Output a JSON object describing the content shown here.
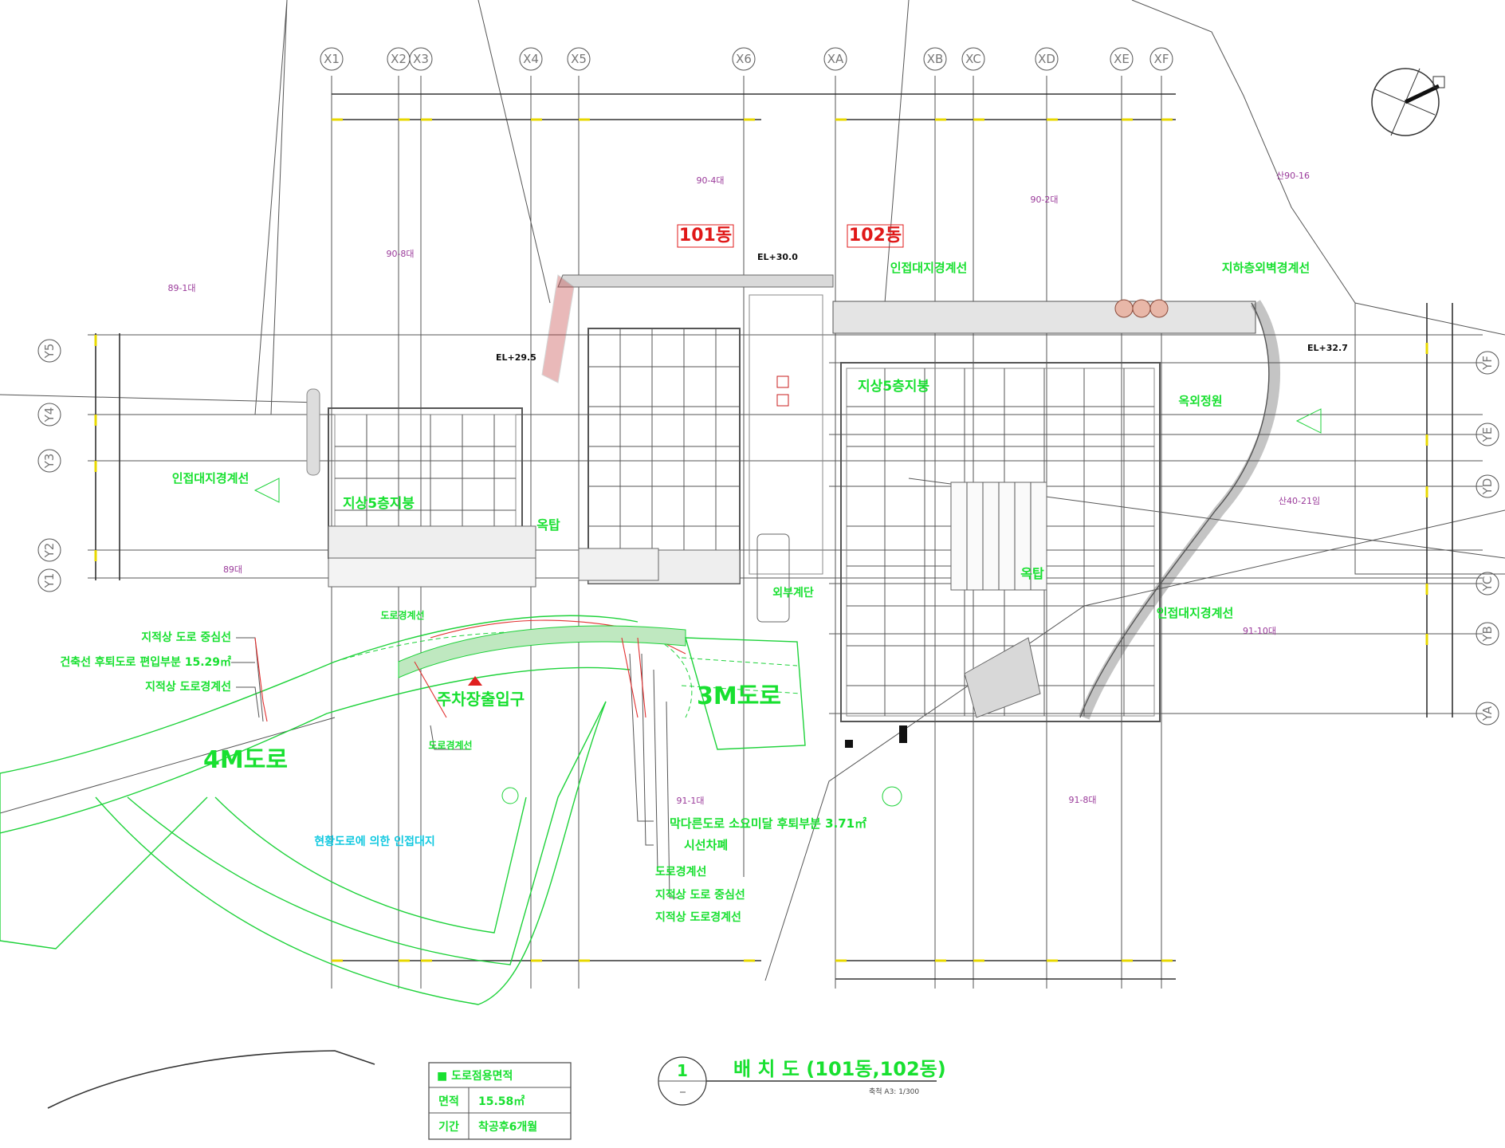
{
  "title": {
    "number": "1",
    "text": "배 치 도 (101동,102동)",
    "scale": "축척 A3: 1/300"
  },
  "grid_labels": {
    "top": [
      "X1",
      "X2",
      "X3",
      "X4",
      "X5",
      "X6",
      "XA",
      "XB",
      "XC",
      "XD",
      "XE",
      "XF"
    ],
    "left": [
      "Y5",
      "Y4",
      "Y3",
      "Y2",
      "Y1"
    ],
    "right": [
      "YF",
      "YE",
      "YD",
      "YC",
      "YB",
      "YA"
    ]
  },
  "buildings": {
    "b101": "101동",
    "b102": "102동"
  },
  "elevations": {
    "el_30": "EL+30.0",
    "el_29": "EL+29.5",
    "el_32": "EL+32.7"
  },
  "roads": {
    "road_4m": "4M도로",
    "road_3m": "3M도로",
    "parking_entrance": "주차장출입구"
  },
  "labels": {
    "site_boundary_right": "인접대지경계선",
    "site_boundary_left": "인접대지경계선",
    "site_boundary_lower": "인접대지경계선",
    "retaining_wall": "지하층외벽경계선",
    "outdoor_garden": "옥외정원",
    "deck": "옥탑",
    "deck2": "옥탑",
    "floor_label_102": "지상5층지붕",
    "floor_label_101": "지상5층지붕",
    "walkway": "외부계단",
    "road_boundary": "도로경계선",
    "ann_center1": "지적상 도로 중심선",
    "ann_setback": "건축선 후퇴도로 편입부분 15.29㎡",
    "ann_boundary1": "지적상 도로경계선",
    "ann_road_boundary2": "도로경계선",
    "ann_corner": "막다른도로 소요미달 후퇴부분 3.71㎡",
    "ann_sight": "시선차폐",
    "ann_road_boundary3": "도로경계선",
    "ann_center2": "지적상 도로 중심선",
    "ann_boundary2": "지적상 도로경계선",
    "ann_cyan": "현황도로에 의한 인접대지"
  },
  "parcels": [
    "90-4대",
    "90-8대",
    "89-1대",
    "90-2대",
    "산90-16",
    "산40-21임",
    "91-10대",
    "91-1대",
    "91-8대",
    "89대"
  ],
  "info_table": {
    "heading": "■ 도로점용면적",
    "rows": [
      {
        "key": "면적",
        "value": "15.58㎡"
      },
      {
        "key": "기간",
        "value": "착공후6개월"
      }
    ]
  }
}
